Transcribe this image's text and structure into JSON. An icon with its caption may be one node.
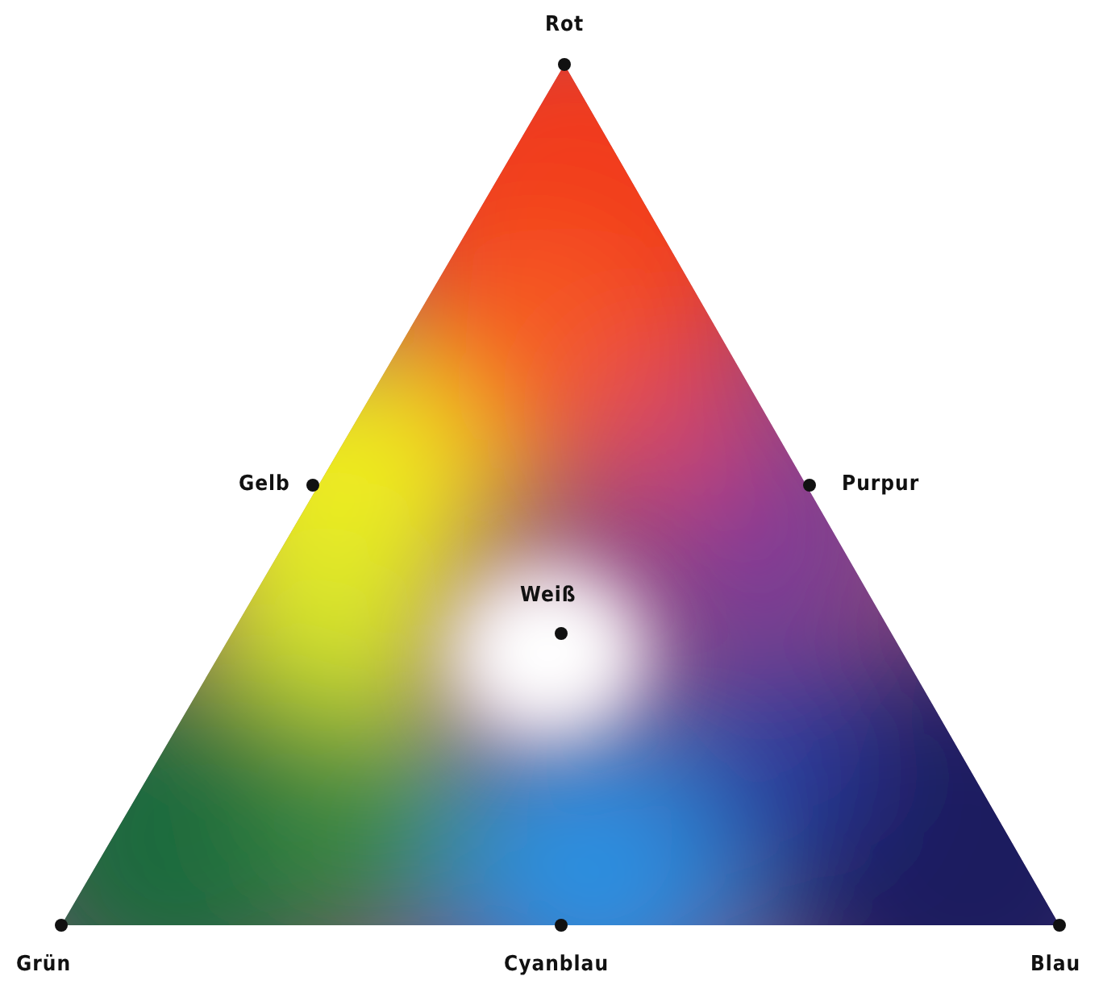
{
  "diagram": {
    "labels": [
      "Rot",
      "Gelb",
      "Purpur",
      "Weiß",
      "Grün",
      "Cyanblau",
      "Blau"
    ]
  }
}
